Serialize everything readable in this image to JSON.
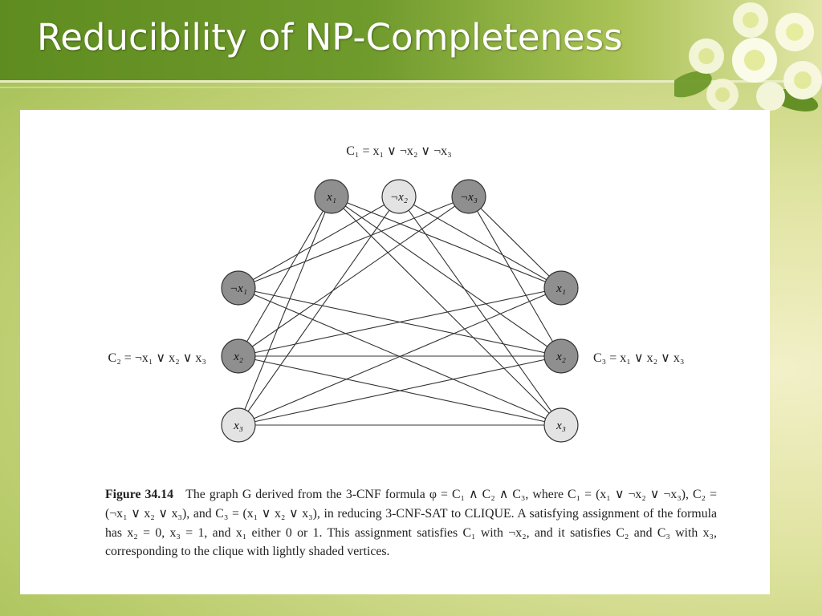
{
  "slide": {
    "title": "Reducibility of NP-Completeness"
  },
  "figure": {
    "clauses": [
      {
        "id": "C1",
        "formula": "C₁ = x₁ ∨ ¬x₂ ∨ ¬x₃"
      },
      {
        "id": "C2",
        "formula": "C₂ = ¬x₁ ∨ x₂ ∨ x₃"
      },
      {
        "id": "C3",
        "formula": "C₃ = x₁ ∨ x₂ ∨ x₃"
      }
    ],
    "vertices": [
      {
        "id": "c1-x1",
        "clause": "C1",
        "label": "x₁",
        "shade": "dark"
      },
      {
        "id": "c1-nx2",
        "clause": "C1",
        "label": "¬x₂",
        "shade": "light"
      },
      {
        "id": "c1-nx3",
        "clause": "C1",
        "label": "¬x₃",
        "shade": "dark"
      },
      {
        "id": "c2-nx1",
        "clause": "C2",
        "label": "¬x₁",
        "shade": "dark"
      },
      {
        "id": "c2-x2",
        "clause": "C2",
        "label": "x₂",
        "shade": "dark"
      },
      {
        "id": "c2-x3",
        "clause": "C2",
        "label": "x₃",
        "shade": "light"
      },
      {
        "id": "c3-x1",
        "clause": "C3",
        "label": "x₁",
        "shade": "dark"
      },
      {
        "id": "c3-x2",
        "clause": "C3",
        "label": "x₂",
        "shade": "dark"
      },
      {
        "id": "c3-x3",
        "clause": "C3",
        "label": "x₃",
        "shade": "light"
      }
    ],
    "edges": [
      [
        "c1-x1",
        "c2-x2"
      ],
      [
        "c1-x1",
        "c2-x3"
      ],
      [
        "c1-x1",
        "c3-x1"
      ],
      [
        "c1-x1",
        "c3-x2"
      ],
      [
        "c1-x1",
        "c3-x3"
      ],
      [
        "c1-nx2",
        "c2-nx1"
      ],
      [
        "c1-nx2",
        "c2-x3"
      ],
      [
        "c1-nx2",
        "c3-x1"
      ],
      [
        "c1-nx2",
        "c3-x3"
      ],
      [
        "c1-nx3",
        "c2-nx1"
      ],
      [
        "c1-nx3",
        "c2-x2"
      ],
      [
        "c1-nx3",
        "c3-x1"
      ],
      [
        "c1-nx3",
        "c3-x2"
      ],
      [
        "c2-nx1",
        "c3-x2"
      ],
      [
        "c2-nx1",
        "c3-x3"
      ],
      [
        "c2-x2",
        "c3-x1"
      ],
      [
        "c2-x2",
        "c3-x2"
      ],
      [
        "c2-x2",
        "c3-x3"
      ],
      [
        "c2-x3",
        "c3-x1"
      ],
      [
        "c2-x3",
        "c3-x2"
      ],
      [
        "c2-x3",
        "c3-x3"
      ]
    ],
    "colors": {
      "dark_vertex": "#8f8f8f",
      "light_vertex": "#e3e3e3",
      "edge": "#333333"
    },
    "caption": {
      "label": "Figure 34.14",
      "text": "The graph G derived from the 3-CNF formula φ = C₁ ∧ C₂ ∧ C₃, where C₁ = (x₁ ∨ ¬x₂ ∨ ¬x₃), C₂ = (¬x₁ ∨ x₂ ∨ x₃), and C₃ = (x₁ ∨ x₂ ∨ x₃), in reducing 3-CNF-SAT to CLIQUE. A satisfying assignment of the formula has x₂ = 0, x₃ = 1, and x₁ either 0 or 1. This assignment satisfies C₁ with ¬x₂, and it satisfies C₂ and C₃ with x₃, corresponding to the clique with lightly shaded vertices."
    }
  }
}
